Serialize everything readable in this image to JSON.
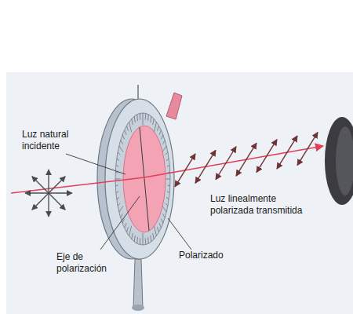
{
  "diagram": {
    "labels": [
      "Luz natural incidente",
      "Luz linealmente polarizada transmitida",
      "Eje de polarización",
      "Polarizado"
    ]
  }
}
